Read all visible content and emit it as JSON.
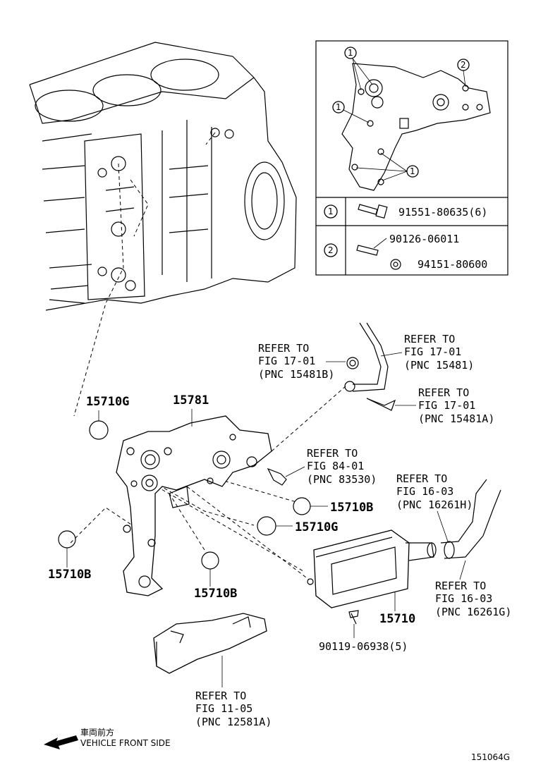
{
  "inset": {
    "callout_1": "1",
    "callout_2": "2",
    "rows": [
      {
        "callout": "1",
        "part": "91551-80635(6)"
      },
      {
        "callout": "2",
        "part_a": "90126-06011",
        "part_b": "94151-80600"
      }
    ]
  },
  "labels": {
    "l15710g_top": "15710G",
    "l15781": "15781",
    "l15710b_right": "15710B",
    "l15710g_mid": "15710G",
    "l15710b_left": "15710B",
    "l15710b_bottom": "15710B",
    "l15710": "15710",
    "l90119": "90119-06938(5)"
  },
  "refs": {
    "ref1": [
      "REFER TO",
      "FIG 17-01",
      "(PNC 15481B)"
    ],
    "ref2": [
      "REFER TO",
      "FIG 17-01",
      "(PNC 15481)"
    ],
    "ref3": [
      "REFER TO",
      "FIG 17-01",
      "(PNC 15481A)"
    ],
    "ref4": [
      "REFER TO",
      "FIG 84-01",
      "(PNC 83530)"
    ],
    "ref5": [
      "REFER TO",
      "FIG 16-03",
      "(PNC 16261H)"
    ],
    "ref6": [
      "REFER TO",
      "FIG 16-03",
      "(PNC 16261G)"
    ],
    "ref7": [
      "REFER TO",
      "FIG 11-05",
      "(PNC 12581A)"
    ]
  },
  "footer": {
    "front_jp": "車両前方",
    "front_en": "VEHICLE FRONT SIDE",
    "figure_id": "151064G"
  },
  "icons": [
    "front-arrow-icon"
  ]
}
